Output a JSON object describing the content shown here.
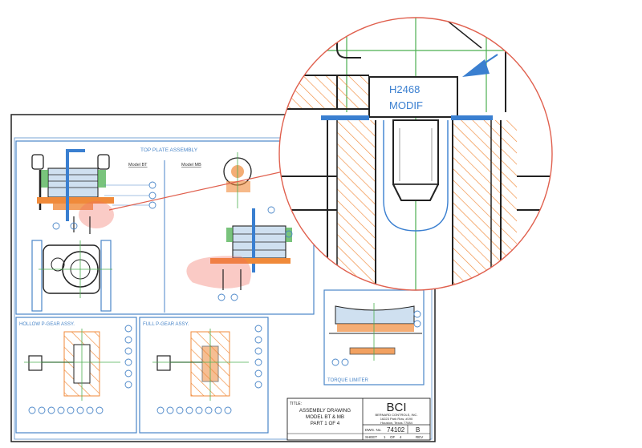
{
  "sheet": {
    "panels": {
      "top_plate": "TOP PLATE ASSEMBLY",
      "model_bt": "Model BT",
      "model_mb": "Model MB",
      "hollow": "HOLLOW P-GEAR ASSY.",
      "full": "FULL P-GEAR ASSY.",
      "torque": "TORQUE LIMITER"
    },
    "title_block": {
      "title_label": "TITLE:",
      "title_line1": "ASSEMBLY DRAWING",
      "title_line2": "MODEL BT & MB",
      "title_line3": "PART 1 OF 4",
      "company": "BCI",
      "company_line1": "BERNARD CONTROLS, INC.",
      "company_line2": "16223 Park Row, #190",
      "company_line3": "Houston, Texas 77084",
      "dwg_label": "DWG. No.",
      "dwg_no": "74102",
      "rev_value": "B",
      "sheet_label": "SHEET",
      "sheet_no": "1",
      "sheet_of": "OF",
      "sheet_total": "4",
      "rev_label": "REV"
    }
  },
  "callout": {
    "line1": "H2468",
    "line2": "MODIF"
  },
  "colors": {
    "frame_blue": "#4a86c8",
    "accent_blue": "#3a7fd0",
    "orange": "#f08a3a",
    "green": "#4caf50",
    "red_highlight": "#f26b5b"
  }
}
